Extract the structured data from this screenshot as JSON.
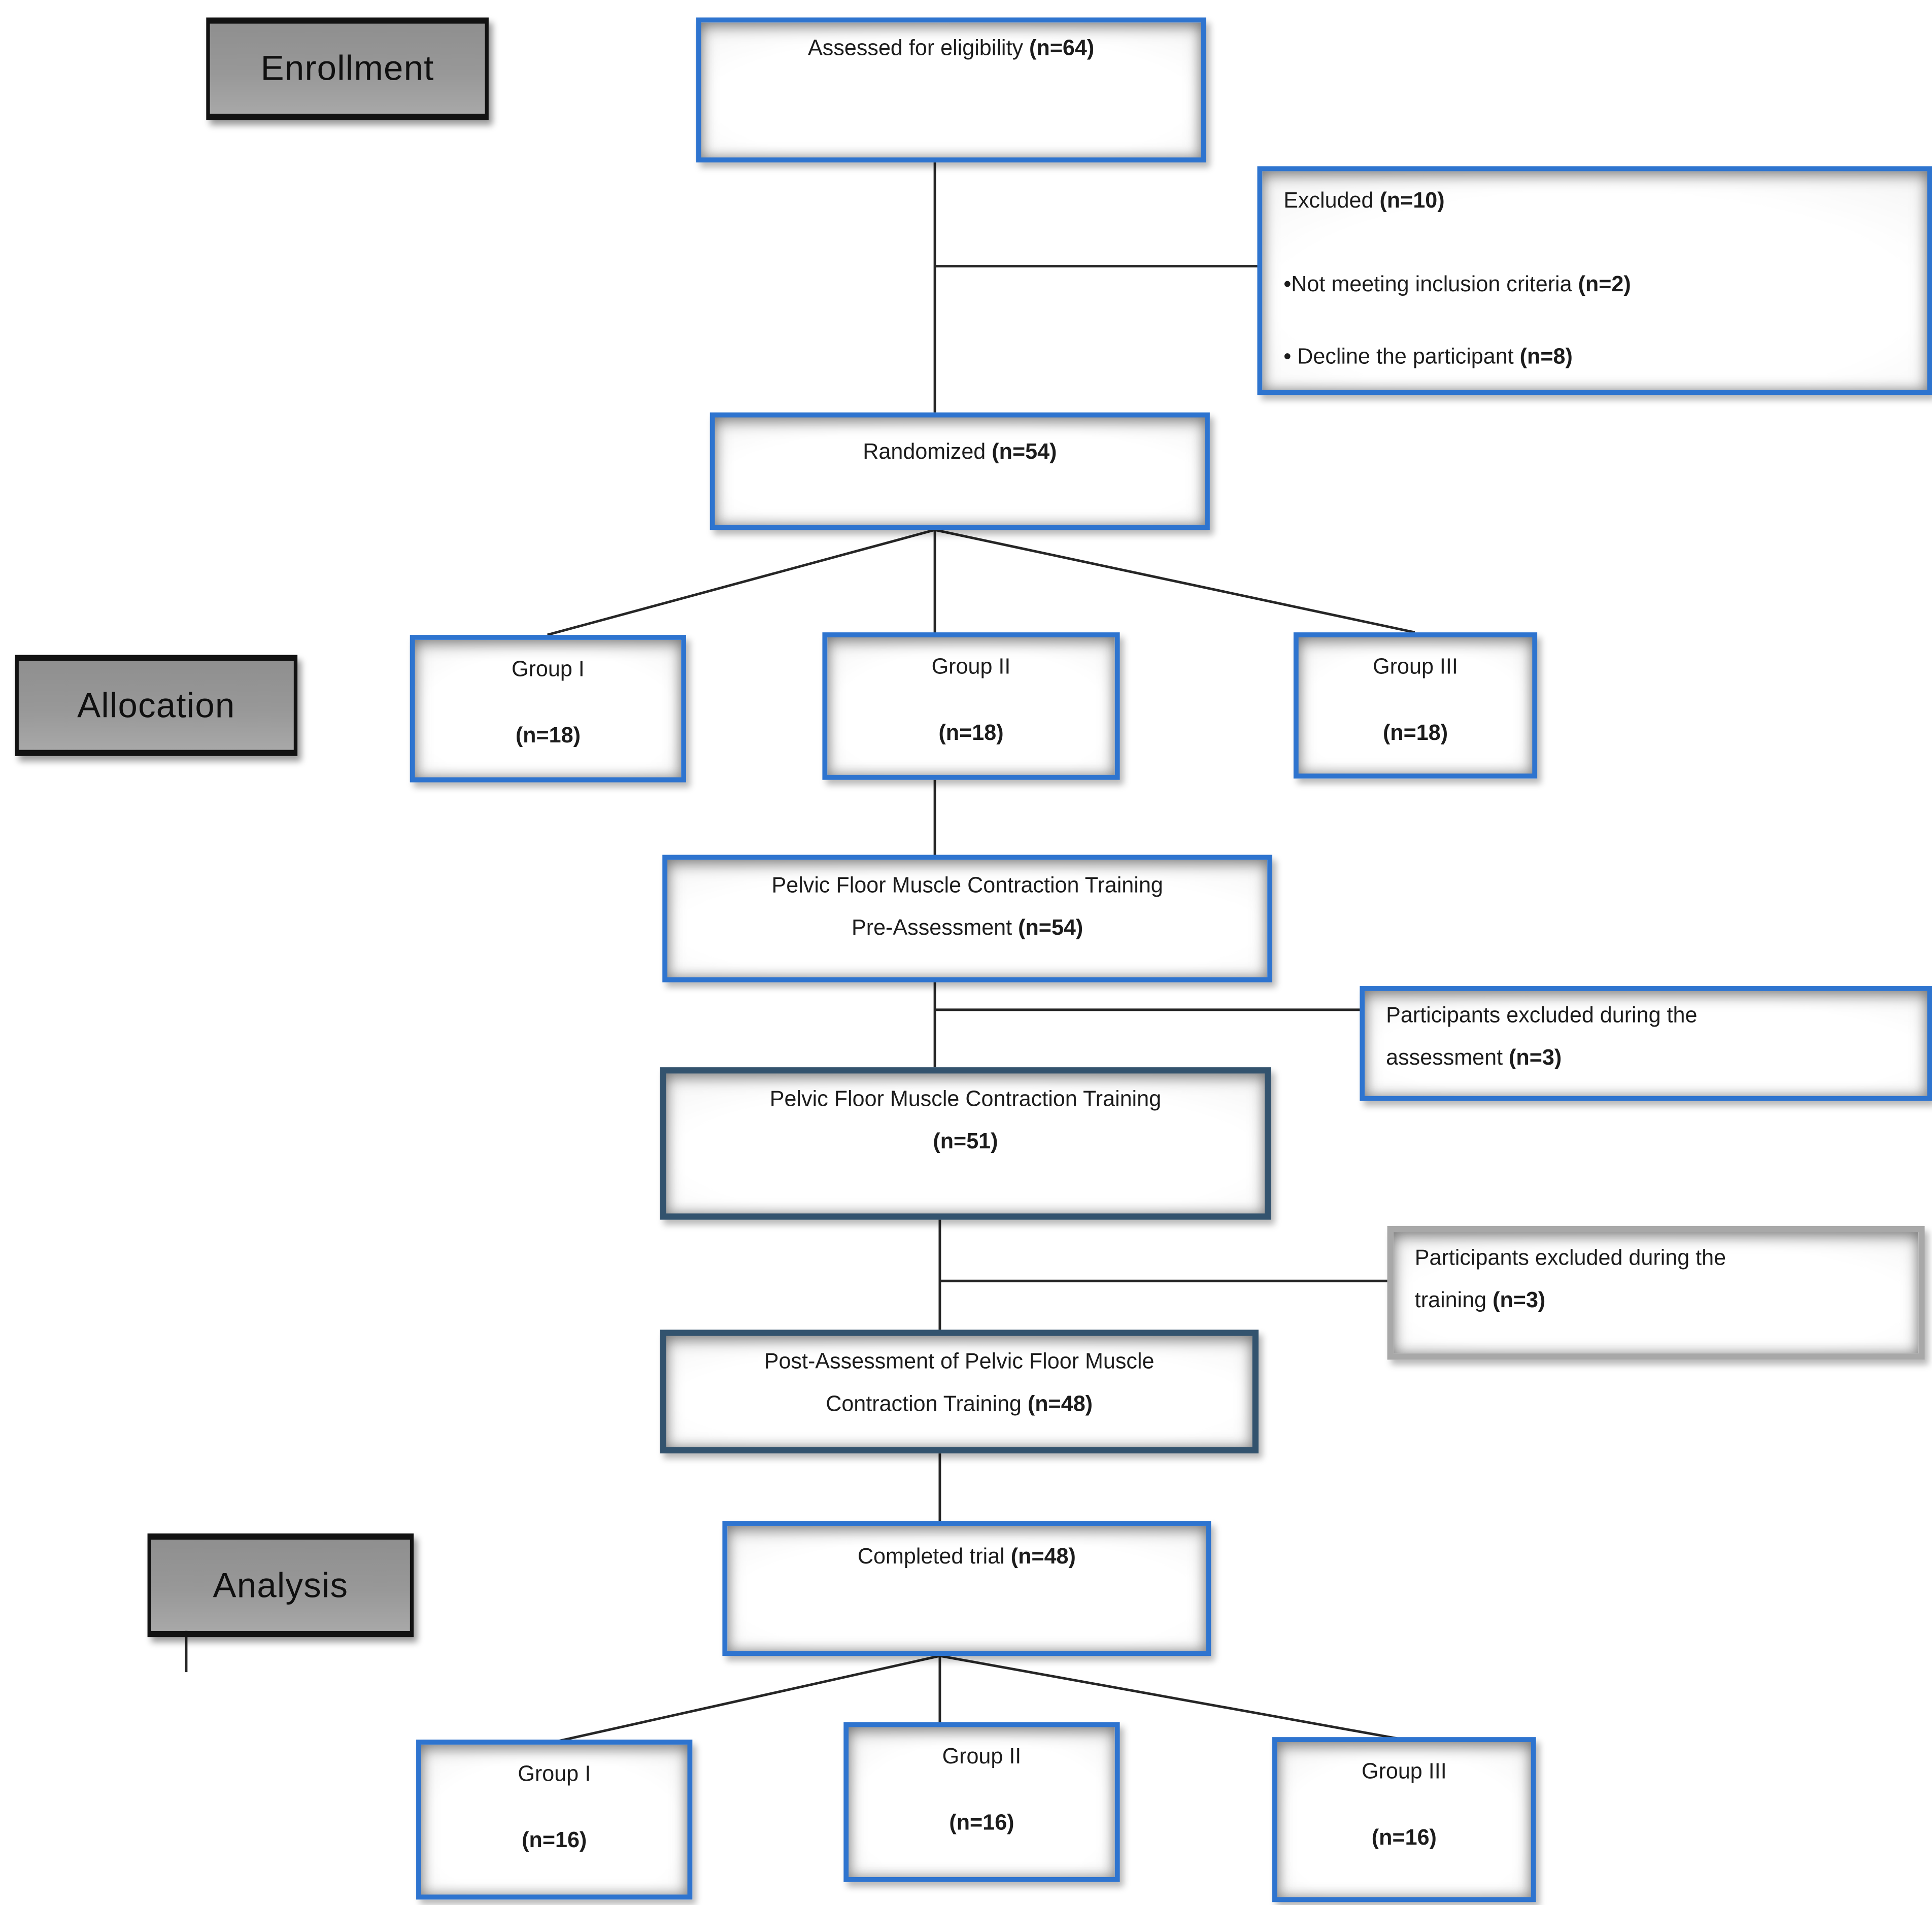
{
  "labels": {
    "enrollment": "Enrollment",
    "allocation": "Allocation",
    "analysis": "Analysis"
  },
  "boxes": {
    "assessed": {
      "pre": "Assessed for eligibility ",
      "n": "(n=64)"
    },
    "excluded": {
      "title_pre": "Excluded ",
      "title_n": "(n=10)",
      "bullets": [
        {
          "pre": "•Not meeting inclusion criteria ",
          "n": "(n=2)"
        },
        {
          "pre": "• Decline the participant ",
          "n": "(n=8)"
        }
      ]
    },
    "randomized": {
      "pre": "Randomized ",
      "n": "(n=54)"
    },
    "alloc_groups": [
      {
        "name": "Group I",
        "n": "(n=18)"
      },
      {
        "name": "Group II",
        "n": "(n=18)"
      },
      {
        "name": "Group III",
        "n": "(n=18)"
      }
    ],
    "preassessment": {
      "line1": "Pelvic Floor Muscle Contraction Training",
      "line2_pre": "Pre-Assessment ",
      "line2_n": "(n=54)"
    },
    "excluded_assessment": {
      "line1": "Participants excluded during the",
      "line2_pre": "assessment ",
      "line2_n": "(n=3)"
    },
    "training": {
      "line1": "Pelvic Floor Muscle Contraction Training",
      "line2_pre": "",
      "line2_n": "(n=51)"
    },
    "excluded_training": {
      "line1": "Participants excluded during the",
      "line2_pre": "training ",
      "line2_n": "(n=3)"
    },
    "postassessment": {
      "line1": "Post-Assessment of Pelvic Floor Muscle",
      "line2_pre": "Contraction Training ",
      "line2_n": "(n=48)"
    },
    "completed": {
      "pre": "Completed trial ",
      "n": "(n=48)"
    },
    "analysis_groups": [
      {
        "name": "Group I",
        "n": "(n=16)"
      },
      {
        "name": "Group II",
        "n": "(n=16)"
      },
      {
        "name": "Group III",
        "n": "(n=16)"
      }
    ]
  },
  "colors": {
    "box_border_blue": "#2e74cf",
    "box_border_navy": "#33536e",
    "box_border_gray": "#a8a8a8",
    "stage_label_fill": "#989898",
    "stage_label_border": "#121212",
    "connector": "#262626",
    "text": "#1c1c1c"
  }
}
